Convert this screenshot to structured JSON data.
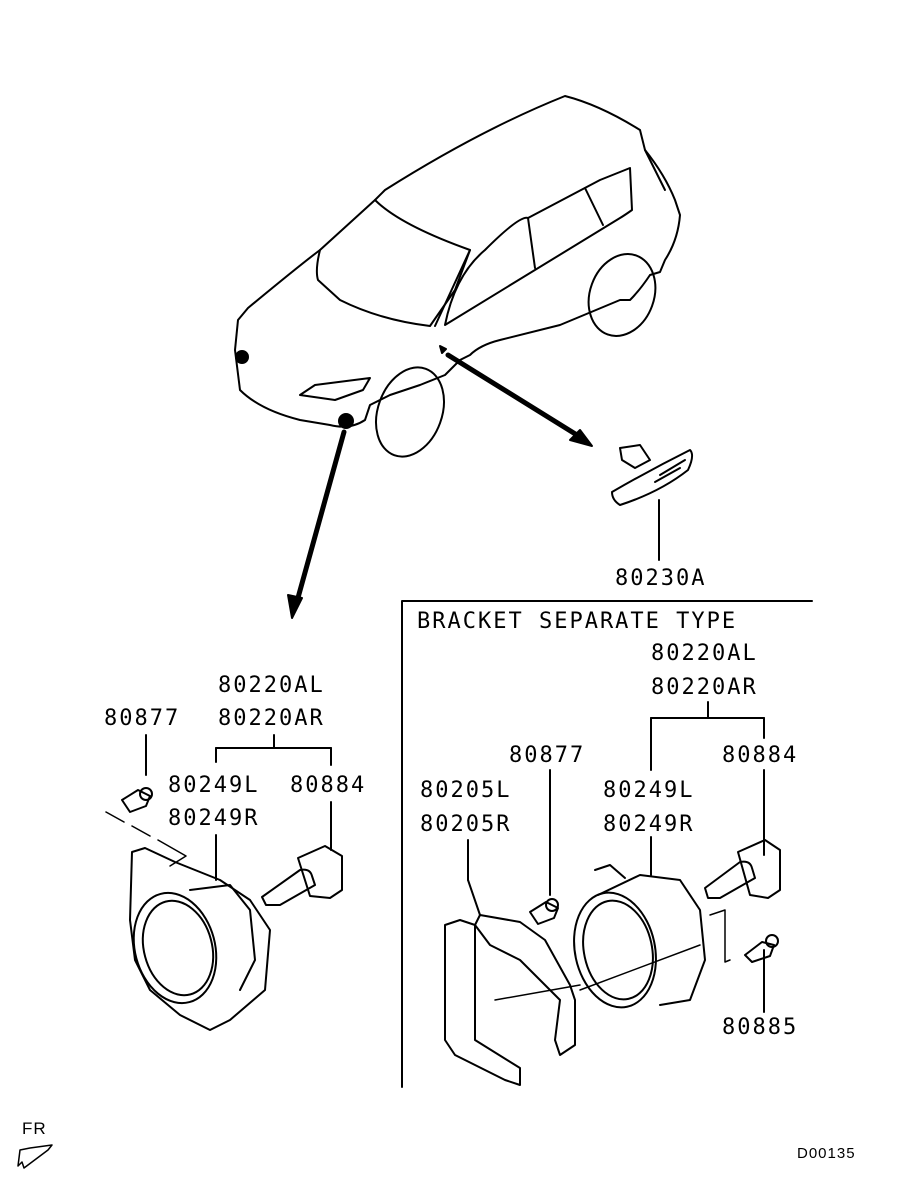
{
  "diagram": {
    "type": "parts-diagram",
    "subject": "fog lamp & side turn signal lamp",
    "vehicle_callouts": {
      "side_lamp": "80230A"
    },
    "left_assembly": {
      "assembly_left": "80220AL",
      "assembly_right": "80220AR",
      "screw": "80877",
      "lamp_left": "80249L",
      "lamp_right": "80249R",
      "bulb": "80884"
    },
    "bracket_separate_type": {
      "title": "BRACKET SEPARATE TYPE",
      "assembly_left": "80220AL",
      "assembly_right": "80220AR",
      "screw": "80877",
      "bracket_left": "80205L",
      "bracket_right": "80205R",
      "lamp_left": "80249L",
      "lamp_right": "80249R",
      "bulb": "80884",
      "bolt": "80885"
    },
    "direction_indicator": "FR",
    "figure_code": "D00135"
  }
}
